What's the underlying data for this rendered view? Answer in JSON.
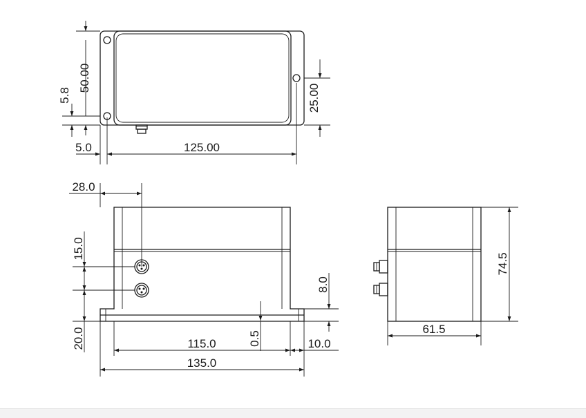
{
  "dimensions": {
    "top_height": "50.00",
    "top_offset_left": "5.8",
    "top_offset_right": "25.00",
    "top_hole_offset": "5.0",
    "top_width": "125.00",
    "front_connector_x": "28.0",
    "front_connector_spacing": "15.0",
    "front_connector_base": "20.0",
    "front_flange_gap": "0.5",
    "front_flange_height": "8.0",
    "front_inner_width": "115.0",
    "front_flange_width": "10.0",
    "front_total_width": "135.0",
    "side_height": "74.5",
    "side_width": "61.5"
  }
}
